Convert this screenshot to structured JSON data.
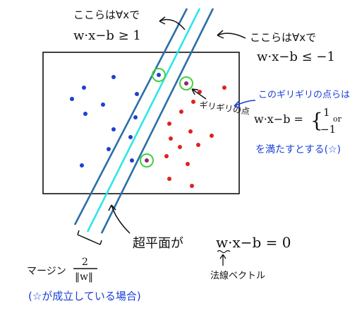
{
  "labels": {
    "top_left_region": "ここらは∀xで",
    "top_left_ineq": "w·x−b ≥ 1",
    "top_right_region": "ここらは∀xで",
    "top_right_ineq": "w·x−b ≤ −1",
    "boundary_points": "ギリギリの点",
    "note_line1": "このギリギリの点らは",
    "note_eq_lhs": "w·x−b =",
    "note_eq_top": "1",
    "note_eq_or": "or",
    "note_eq_bottom": "−1",
    "note_line3": "を満たすとする(☆)",
    "hyperplane_prefix": "超平面が",
    "hyperplane_eq": "w·x−b = 0",
    "normal_vector": "法線ベクトル",
    "margin_label": "マージン",
    "margin_num": "2",
    "margin_den": "‖w‖",
    "condition_note": "(☆が成立している場合)"
  },
  "colors": {
    "class_a": "#1f3fd1",
    "class_b": "#e0211d",
    "margin_lines": "#2a6fa8",
    "hyperplane": "#2ee6e6",
    "support_circle": "#3fd13f",
    "note_text": "#1a3fd6"
  },
  "points": {
    "class_a_count": 13,
    "class_b_count": 15,
    "support_vectors": 3
  }
}
